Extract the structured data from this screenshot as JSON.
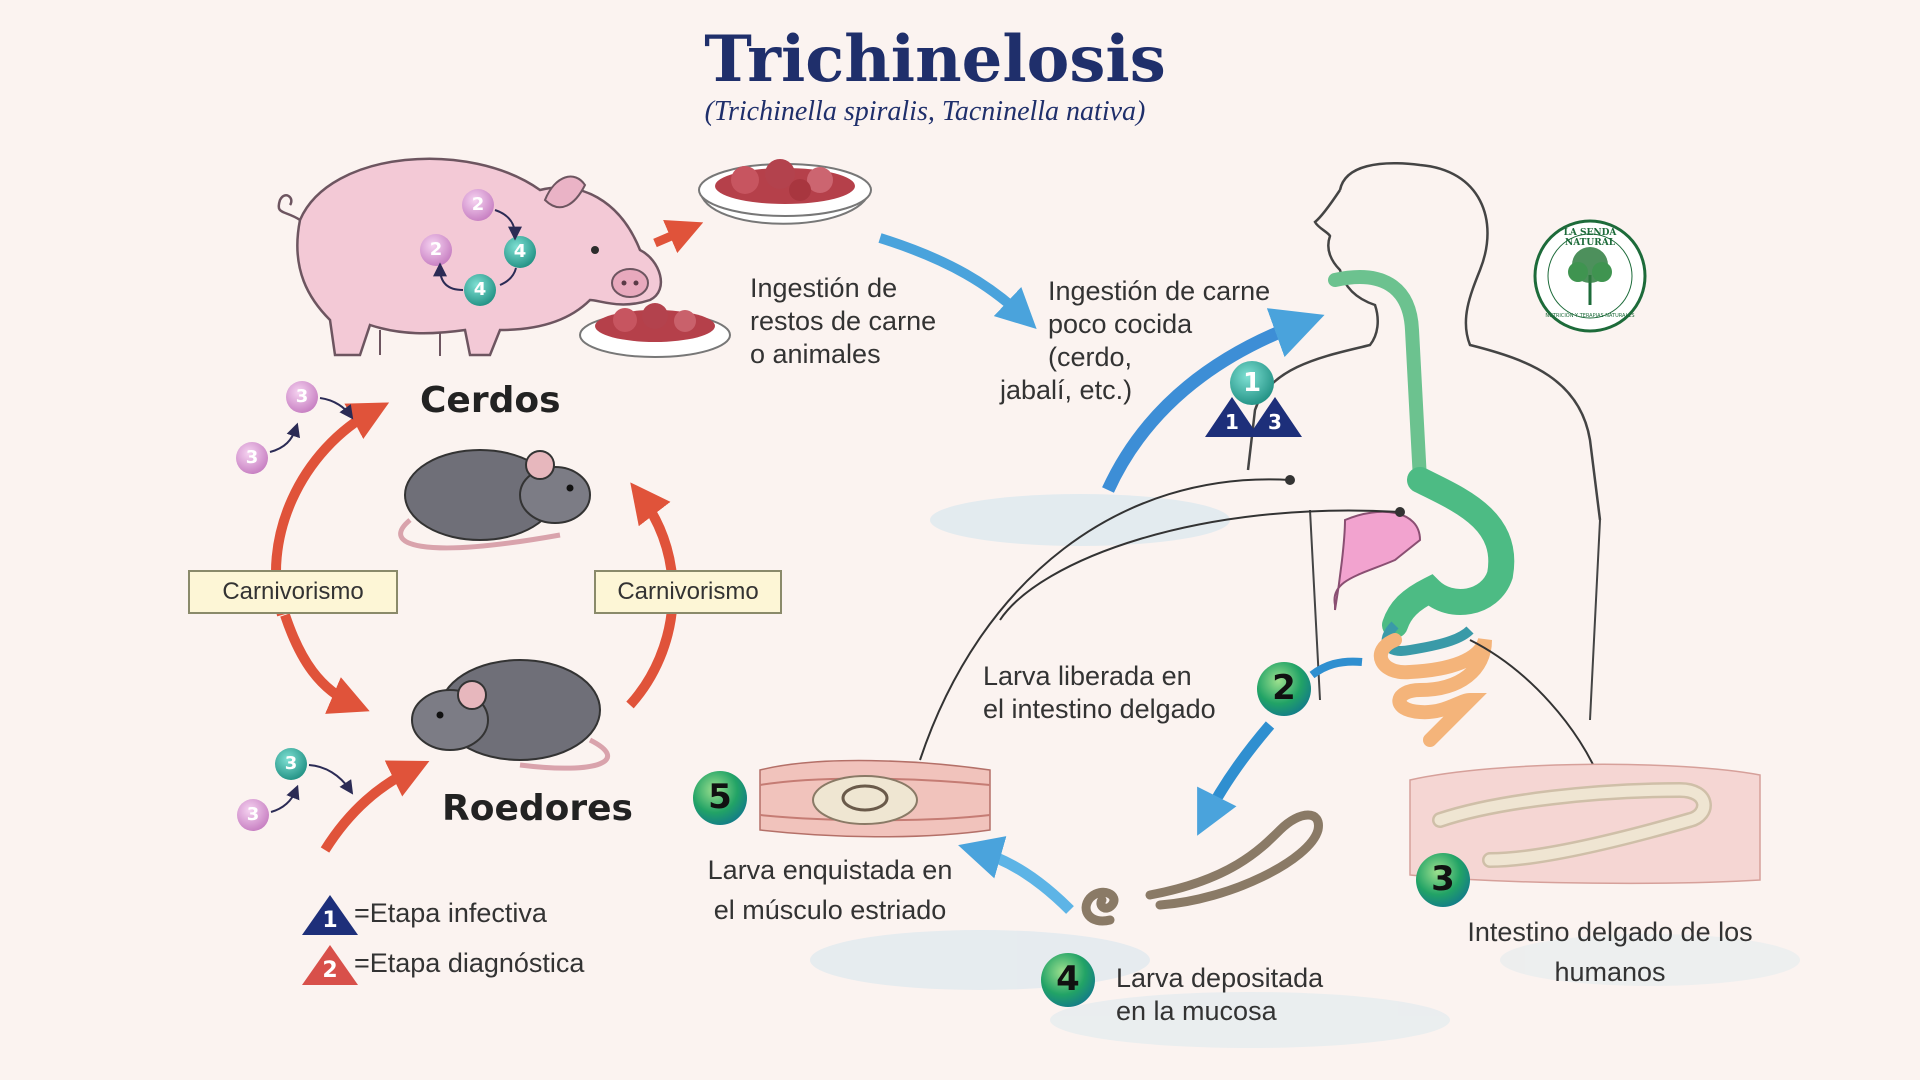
{
  "header": {
    "title": "Trichinelosis",
    "subtitle": "(Trichinella spiralis, Tacninella nativa)"
  },
  "labels": {
    "ingestion_restos": [
      "Ingestión de",
      "restos de carne",
      "o animales"
    ],
    "ingestion_carne": [
      "Ingestión de carne",
      "poco cocida",
      "(cerdo,",
      "jabalí, etc.)"
    ],
    "cerdos": "Cerdos",
    "roedores": "Roedores",
    "carnivorismo_left": "Carnivorismo",
    "carnivorismo_right": "Carnivorismo",
    "larva_liberada": [
      "Larva liberada en",
      "el intestino delgado"
    ],
    "larva_enquistada": [
      "Larva enquistada en",
      "el músculo estriado"
    ],
    "larva_depositada": [
      "Larva depositada",
      "en la mucosa"
    ],
    "intestino_humanos": [
      "Intestino delgado de los",
      "humanos"
    ]
  },
  "stages": {
    "s1": "1",
    "s2": "2",
    "s3": "3",
    "s4": "4",
    "s5": "5"
  },
  "legend": {
    "infective_number": "1",
    "infective_text": "=Etapa infectiva",
    "diagnostic_number": "2",
    "diagnostic_text": "=Etapa diagnóstica"
  },
  "logo": {
    "text_top": "LA SENDA NATURAL",
    "text_bottom": "NUTRICIÓN Y TERAPIAS NATURALES"
  },
  "colors": {
    "title": "#1f2f6b",
    "red_arrow": "#e0533a",
    "blue_arrow": "#4aa3dc",
    "teal_stage": "#2fa89a",
    "pink_stage": "#d98fd0",
    "green_stage": "#1b9a5a",
    "navy_triangle": "#1d2f7a",
    "red_triangle": "#d8504a"
  }
}
